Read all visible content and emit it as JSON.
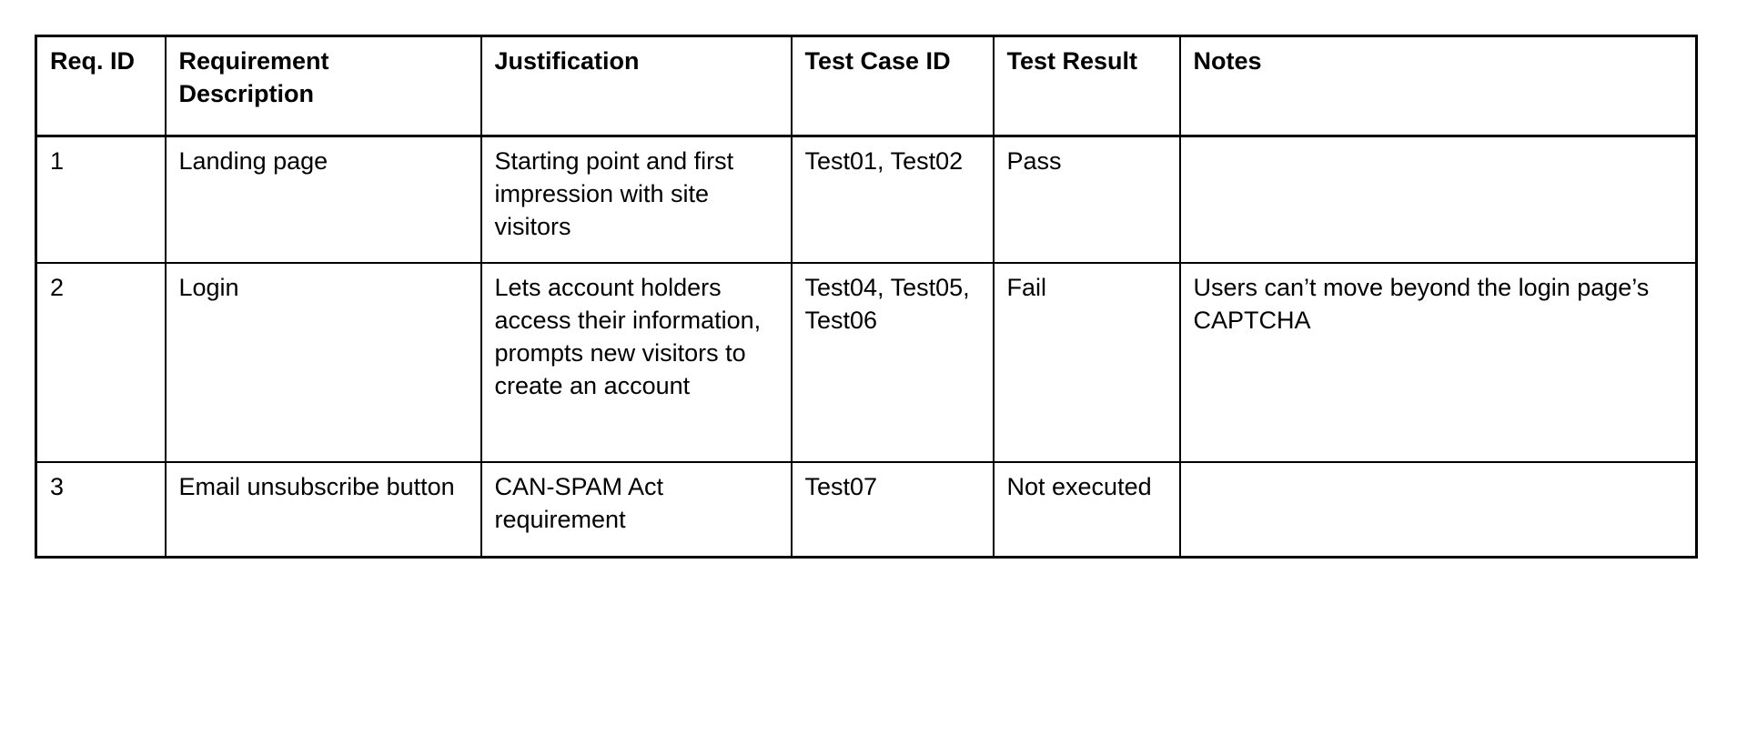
{
  "document": {
    "type": "requirements-traceability-matrix",
    "background_color": "#ffffff",
    "text_color": "#000000",
    "border_color": "#000000"
  },
  "table": {
    "columns": [
      {
        "key": "req_id",
        "label": "Req. ID"
      },
      {
        "key": "desc",
        "label": "Requirement Description"
      },
      {
        "key": "just",
        "label": "Justification"
      },
      {
        "key": "testcase",
        "label": "Test Case ID"
      },
      {
        "key": "result",
        "label": "Test Result"
      },
      {
        "key": "notes",
        "label": "Notes"
      }
    ],
    "rows": [
      {
        "req_id": "1",
        "desc": "Landing page",
        "just": "Starting point and first impression with site visitors",
        "testcase": "Test01, Test02",
        "result": "Pass",
        "notes": ""
      },
      {
        "req_id": "2",
        "desc": "Login",
        "just": "Lets account holders access their information, prompts new visitors to create an account",
        "testcase": "Test04, Test05, Test06",
        "result": "Fail",
        "notes": "Users can’t move beyond the login page’s CAPTCHA"
      },
      {
        "req_id": "3",
        "desc": "Email unsubscribe button",
        "just": "CAN-SPAM Act requirement",
        "testcase": "Test07",
        "result": "Not executed",
        "notes": ""
      }
    ]
  }
}
